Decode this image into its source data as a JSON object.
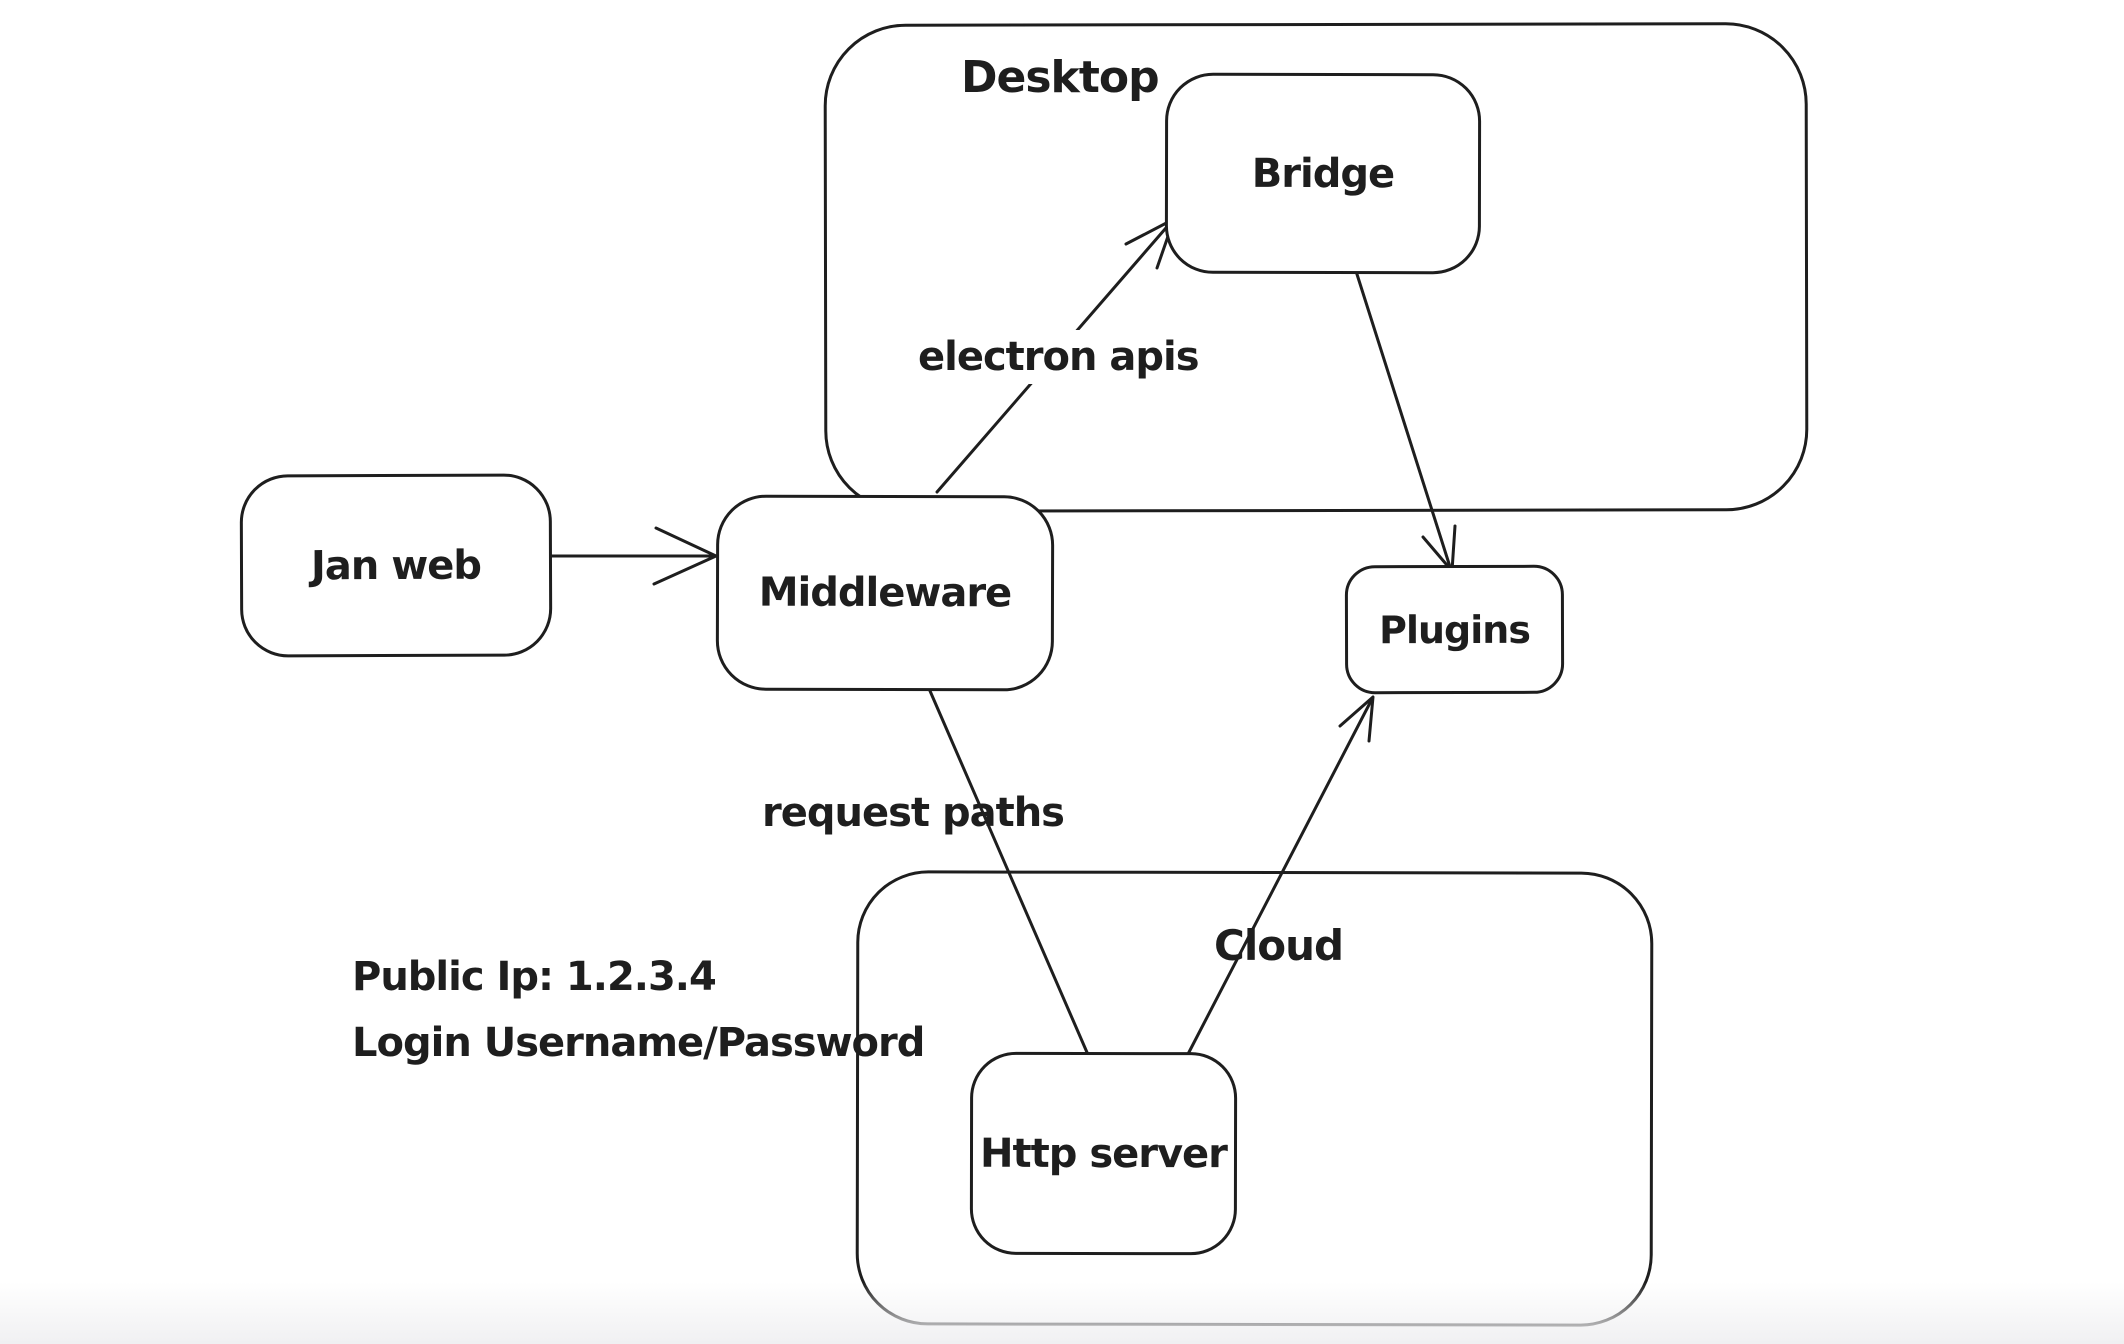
{
  "canvas": {
    "tool": "whiteboard-diagram",
    "background_color": "#ffffff",
    "stroke_color": "#1e1e1e",
    "bottom_fade_color": "#f0f0f2"
  },
  "containers": {
    "desktop": {
      "label": "Desktop"
    },
    "cloud": {
      "label": "Cloud"
    }
  },
  "nodes": {
    "jan_web": {
      "label": "Jan web"
    },
    "middleware": {
      "label": "Middleware"
    },
    "bridge": {
      "label": "Bridge"
    },
    "plugins": {
      "label": "Plugins"
    },
    "http_server": {
      "label": "Http server"
    }
  },
  "annotations": {
    "electron_apis": "electron apis",
    "request_paths": "request paths",
    "public_ip": "Public Ip: 1.2.3.4",
    "login": "Login Username/Password"
  },
  "edges": [
    {
      "from": "Jan web",
      "to": "Middleware",
      "label": "",
      "arrowhead": true
    },
    {
      "from": "Middleware",
      "to": "Bridge",
      "label": "electron apis",
      "arrowhead": true
    },
    {
      "from": "Bridge",
      "to": "Plugins",
      "label": "",
      "arrowhead": true
    },
    {
      "from": "Middleware",
      "to": "Http server",
      "label": "request paths",
      "arrowhead": false
    },
    {
      "from": "Http server",
      "to": "Plugins",
      "label": "",
      "arrowhead": true
    }
  ]
}
